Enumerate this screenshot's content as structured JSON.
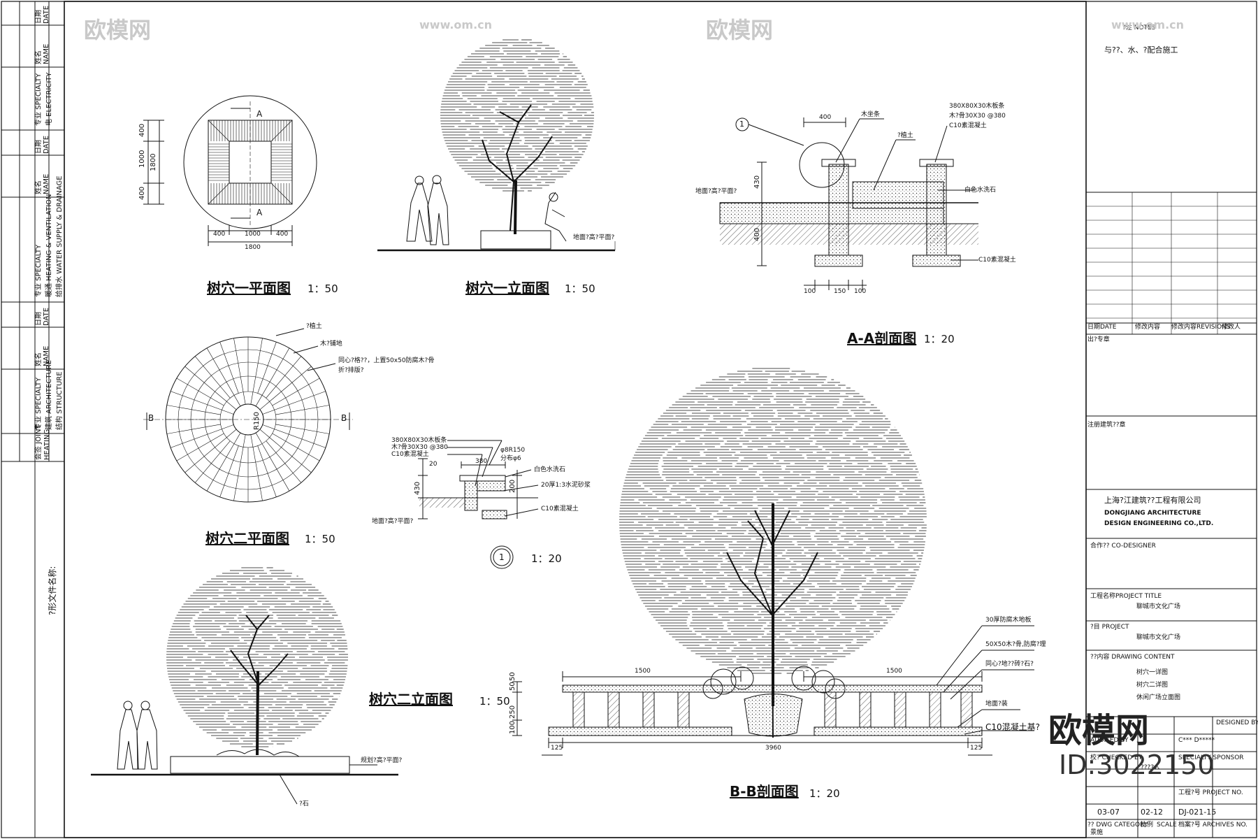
{
  "left_strip": {
    "date": "日期\nDATE",
    "name": "姓名\nNAME",
    "specialty_electricity": "专业 SPECIALTY\n电 ELECTRICITY",
    "specialty_hvac": "专业 SPECIALTY\n暖通 HEATING & VENTILATION\n给排水 WATER SUPPLY & DRAINAGE",
    "specialty_structure": "专业 SPECIALTY\n建筑 ARCHITECTURE\n结构 STRUCTURE",
    "joint": "会签 JOINT",
    "heating": "HEATING",
    "file_name": "?形文件名称:"
  },
  "titles": {
    "plan1": "树穴一平面图",
    "plan1_scale": "1：50",
    "elev1": "树穴一立面图",
    "elev1_scale": "1：50",
    "aa": "A-A剖面图",
    "aa_scale": "1：20",
    "plan2": "树穴二平面图",
    "plan2_scale": "1：50",
    "detail1": "1",
    "detail1_scale": "1：20",
    "elev2": "树穴二立面图",
    "elev2_scale": "1：50",
    "bb": "B-B剖面图",
    "bb_scale": "1：20"
  },
  "dims": {
    "p1_400a": "400",
    "p1_1000": "1000",
    "p1_400b": "400",
    "p1_1800": "1800",
    "p1_w400a": "400",
    "p1_w1000": "1000",
    "p1_w400b": "400",
    "p1_w1800": "1800",
    "aa_400": "400",
    "aa_430": "430",
    "aa_400b": "400",
    "aa_100a": "100",
    "aa_150": "150",
    "aa_100b": "100",
    "d1_380": "380",
    "d1_430": "430",
    "d1_200": "200",
    "d1_20": "20",
    "bb_1500a": "1500",
    "bb_1500b": "1500",
    "bb_3960": "3960",
    "bb_125a": "125",
    "bb_125b": "125",
    "bb_250": "250",
    "bb_50": "50",
    "bb_100": "100",
    "bb_50b": "50"
  },
  "notes": {
    "p1_A1": "A",
    "p1_A2": "A",
    "p2_B1": "B",
    "p2_B2": "B",
    "elev1_ground": "地面?高?平面?",
    "aa_mark": "1",
    "aa_wood": "木坐条",
    "aa_soil": "?植土",
    "aa_spec1": "380X80X30木板条",
    "aa_spec2": "木?骨30X30 @380",
    "aa_spec3": "C10素混凝土",
    "aa_ground": "地面?高?平面?",
    "aa_stone": "白色水洗石",
    "aa_c10": "C10素混凝土",
    "p2_soil": "?植土",
    "p2_wood": "木?铺地",
    "p2_c1": "同心?格??，上置50x50防腐木?骨",
    "p2_c2": "折?排版?",
    "p2_r": "R150",
    "d1_s1": "380X80X30木板条",
    "d1_s2": "木?骨30X30 @380",
    "d1_s3": "C10素混凝土",
    "d1_fi": "φ8R150",
    "d1_fen": "分布φ6",
    "d1_stone": "白色水洗石",
    "d1_gravel": "20厚1:3水泥砂浆",
    "d1_c10": "C10素混凝土",
    "d1_ground": "地面?高?平面?",
    "bb_n1": "30厚防腐木地板",
    "bb_n2": "50X50木?骨,防腐?理",
    "bb_n3": "同心?地??砖?石?",
    "bb_n4": "地面?装",
    "bb_n5": "C10混凝土基?",
    "elev2_ground": "规划?高?平面?",
    "elev2_stone": "?石"
  },
  "title_block": {
    "notes_title": "?注 NOTES",
    "notes_text": "与??、水、?配合施工",
    "rev_date": "日期DATE",
    "rev_content": "修改内容",
    "rev_content_en": "修改内容REVISIONS",
    "rev_by": "修改人",
    "stamp": "出?专章",
    "reg_stamp": "注册建筑??章",
    "company_cn": "上海?江建筑??工程有限公司",
    "company_en1": "DONGJIANG ARCHITECTURE",
    "company_en2": "DESIGN ENGINEERING CO.,LTD.",
    "coop": "合作??  CO-DESIGNER",
    "proj_title_label": "工程名称PROJECT TITLE",
    "proj_title": "聊城市文化广场",
    "proj_label": "?目 PROJECT",
    "proj": "聊城市文化广场",
    "content_label": "??内容 DRAWING CONTENT",
    "content1": "树穴一详图",
    "content2": "树穴二详图",
    "content3": "休闲广场立面图",
    "checked_by": "校? CHECKED BY",
    "checked_val": "????人",
    "specialty": "SPECIALTY SPONSOR",
    "designed": "DESIGNED BY",
    "audited": "AUDITED BY",
    "cust": "C*** D*****",
    "date_row1": "03-07",
    "date_row2": "02-12",
    "proj_no": "DJ-021-15",
    "dwg_cat": "?? DWG CATEGORY",
    "dwg_cat_val": "景施",
    "scale_label": "比例",
    "archives": "档案?号 ARCHIVES NO.",
    "scale_label_en": "SCALE",
    "proj_no_label": "工程?号 PROJECT NO."
  },
  "watermark": {
    "brand": "欧模网",
    "url": "www.om.cn",
    "brand_big": "欧模网",
    "id": "ID:3022150"
  }
}
